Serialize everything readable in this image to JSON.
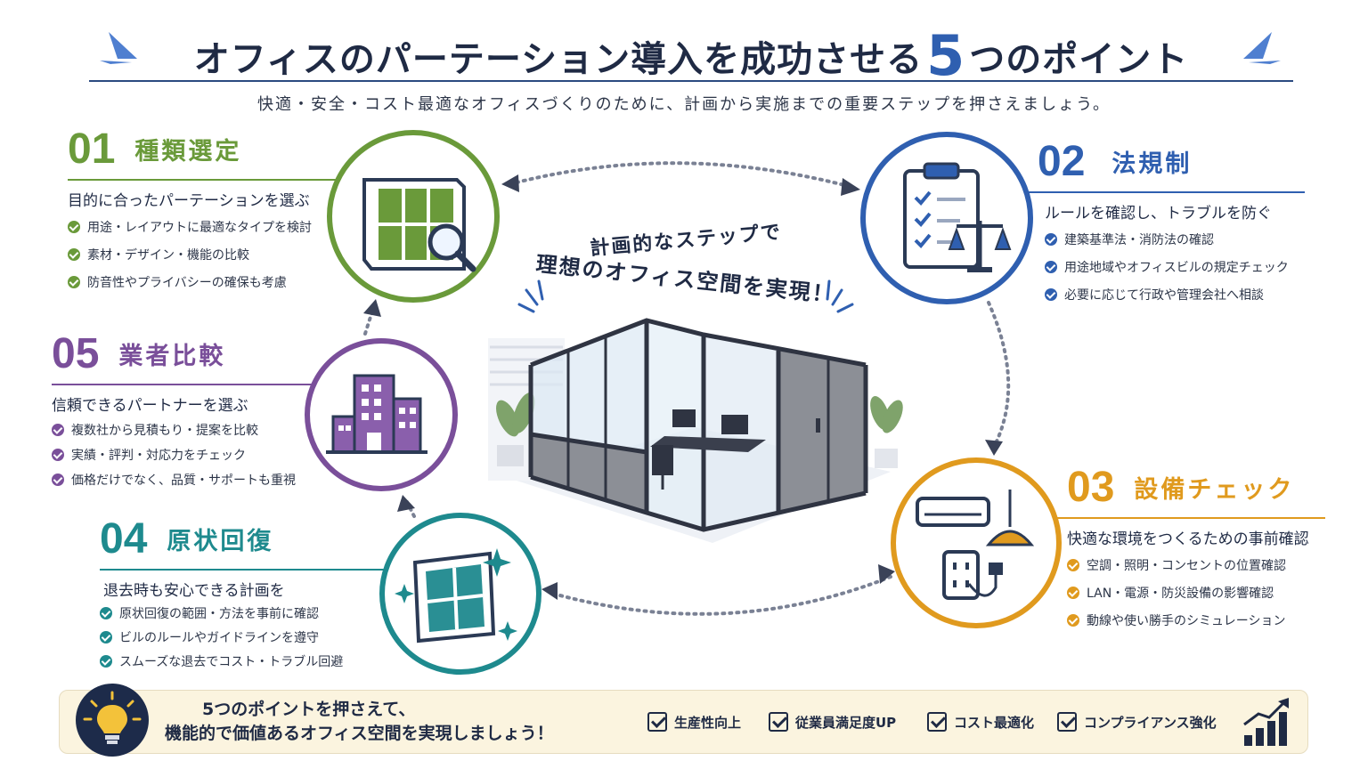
{
  "title": {
    "before": "オフィスのパーテーション導入を成功させる",
    "number": "5",
    "after": "つのポイント"
  },
  "subtitle": "快適・安全・コスト最適なオフィスづくりのために、計画から実施までの重要ステップを押さえましょう。",
  "center": {
    "line1": "計画的なステップで",
    "line2": "理想のオフィス空間を実現！"
  },
  "colors": {
    "green": "#6a9a3a",
    "blue": "#2f5fb0",
    "orange": "#e09a1e",
    "teal": "#1e8a8e",
    "purple": "#7a4f9a",
    "navy": "#1f2a44"
  },
  "sections": {
    "s01": {
      "num": "01",
      "head": "種類選定",
      "lead": "目的に合ったパーテーションを選ぶ",
      "items": [
        "用途・レイアウトに最適なタイプを検討",
        "素材・デザイン・機能の比較",
        "防音性やプライバシーの確保も考慮"
      ],
      "icon": "window-magnifier-icon"
    },
    "s02": {
      "num": "02",
      "head": "法規制",
      "lead": "ルールを確認し、トラブルを防ぐ",
      "items": [
        "建築基準法・消防法の確認",
        "用途地域やオフィスビルの規定チェック",
        "必要に応じて行政や管理会社へ相談"
      ],
      "icon": "clipboard-scale-icon"
    },
    "s03": {
      "num": "03",
      "head": "設備チェック",
      "lead": "快適な環境をつくるための事前確認",
      "items": [
        "空調・照明・コンセントの位置確認",
        "LAN・電源・防災設備の影響確認",
        "動線や使い勝手のシミュレーション"
      ],
      "icon": "aircon-lamp-outlet-icon"
    },
    "s04": {
      "num": "04",
      "head": "原状回復",
      "lead": "退去時も安心できる計画を",
      "items": [
        "原状回復の範囲・方法を事前に確認",
        "ビルのルールやガイドラインを遵守",
        "スムーズな退去でコスト・トラブル回避"
      ],
      "icon": "sparkle-window-icon"
    },
    "s05": {
      "num": "05",
      "head": "業者比較",
      "lead": "信頼できるパートナーを選ぶ",
      "items": [
        "複数社から見積もり・提案を比較",
        "実績・評判・対応力をチェック",
        "価格だけでなく、品質・サポートも重視"
      ],
      "icon": "buildings-icon"
    }
  },
  "bottom": {
    "line1": "5つのポイントを押さえて、",
    "line2": "機能的で価値あるオフィス空間を実現しましょう！",
    "badges": [
      "生産性向上",
      "従業員満足度UP",
      "コスト最適化",
      "コンプライアンス強化"
    ]
  }
}
